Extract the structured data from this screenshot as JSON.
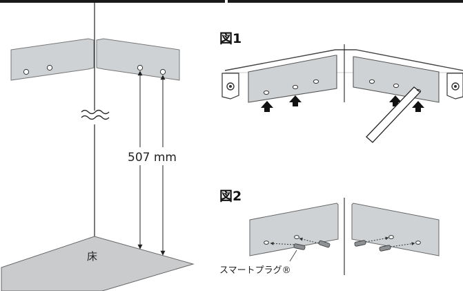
{
  "figure1": {
    "title": "図1"
  },
  "figure2": {
    "title": "図2",
    "plug_label": "スマートプラグ®"
  },
  "left_diagram": {
    "measurement": "507 mm",
    "floor_label": "床"
  },
  "icons": [
    "bracket-plate-icon",
    "screw-hole-icon",
    "up-arrow-icon",
    "screwdriver-icon",
    "wall-plug-icon",
    "wave-break-icon"
  ]
}
